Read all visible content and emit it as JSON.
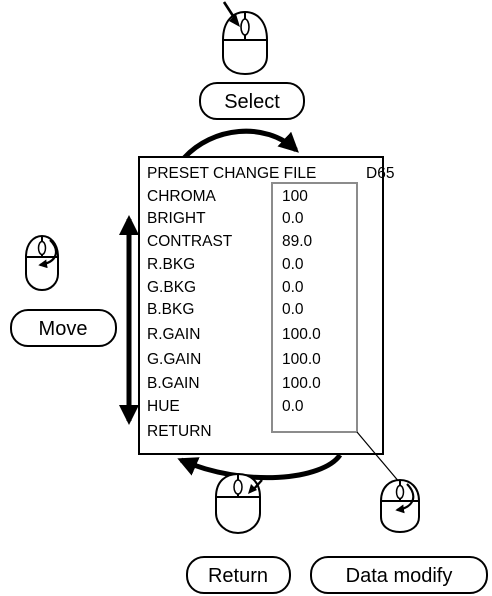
{
  "menu": {
    "title": "PRESET CHANGE FILE",
    "title_value": "D65",
    "items": [
      {
        "label": "CHROMA",
        "value": "100"
      },
      {
        "label": "BRIGHT",
        "value": "0.0"
      },
      {
        "label": "CONTRAST",
        "value": "89.0"
      },
      {
        "label": "R.BKG",
        "value": "0.0"
      },
      {
        "label": "G.BKG",
        "value": "0.0"
      },
      {
        "label": "B.BKG",
        "value": "0.0"
      },
      {
        "label": "R.GAIN",
        "value": "100.0"
      },
      {
        "label": "G.GAIN",
        "value": "100.0"
      },
      {
        "label": "B.GAIN",
        "value": "100.0"
      },
      {
        "label": "HUE",
        "value": "0.0"
      },
      {
        "label": "RETURN",
        "value": ""
      }
    ]
  },
  "actions": {
    "select": "Select",
    "move": "Move",
    "return": "Return",
    "data_modify": "Data modify"
  },
  "icons": {
    "select": "mouse-left-click-icon",
    "move": "mouse-scroll-wheel-icon",
    "return": "mouse-right-click-icon",
    "data_modify": "mouse-scroll-wheel-icon"
  },
  "colors": {
    "ink": "#000000",
    "value_box": "#8c8c8c"
  }
}
